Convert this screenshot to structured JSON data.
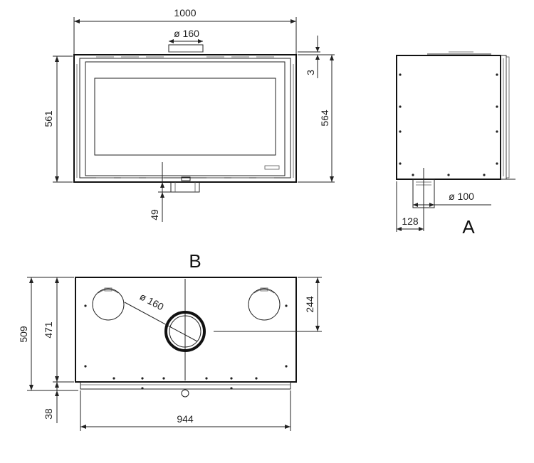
{
  "front_view": {
    "width_label": "1000",
    "flue_label": "ø  160",
    "top_gap_label": "3",
    "height_left_label": "561",
    "height_right_label": "564",
    "bottom_offset_label": "49"
  },
  "side_view": {
    "view_letter": "A",
    "pipe_label": "ø  100",
    "offset_label": "128"
  },
  "top_view": {
    "view_letter": "B",
    "flue_label": "ø  160",
    "offset_right_label": "244",
    "depth_outer_label": "509",
    "depth_inner_label": "471",
    "lip_label": "38",
    "width_label": "944"
  },
  "colors": {
    "line": "#222222",
    "background": "#ffffff"
  }
}
